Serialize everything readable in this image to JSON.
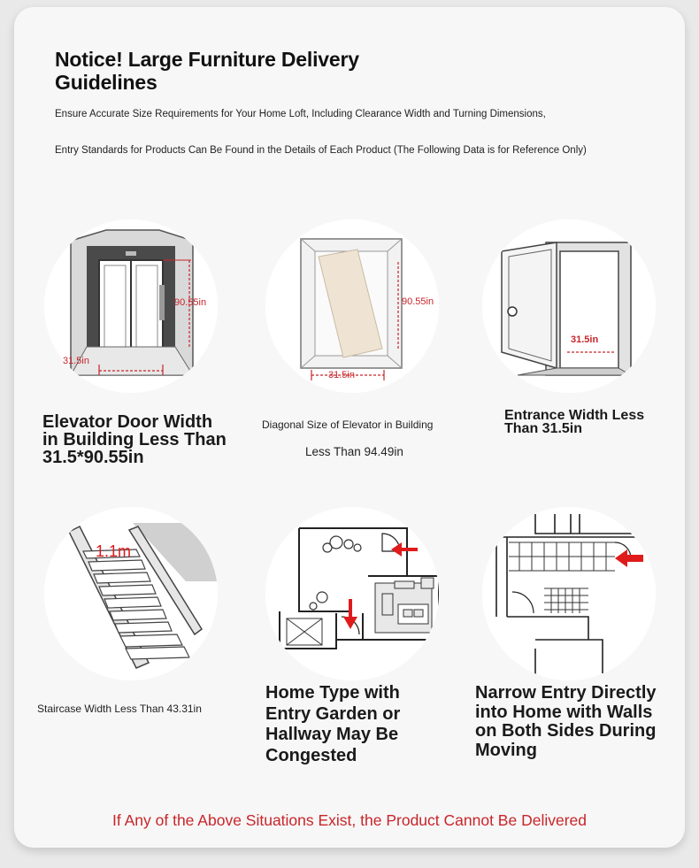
{
  "header": {
    "title": "Notice! Large Furniture Delivery Guidelines",
    "intro_line1": "Ensure Accurate Size Requirements for Your Home Loft, Including Clearance Width and Turning Dimensions,",
    "intro_line2": "Entry Standards for Products Can Be Found in the Details of Each Product (The Following Data is for Reference Only)"
  },
  "items": [
    {
      "caption": "Elevator Door Width in Building Less Than 31.5*90.55in",
      "dim_width": "31.5in",
      "dim_height": "90.55in"
    },
    {
      "caption_line1": "Diagonal Size of Elevator in Building",
      "caption_line2": "Less Than 94.49in",
      "dim_width": "31.5in",
      "dim_height": "90.55in"
    },
    {
      "caption": "Entrance Width Less Than 31.5in",
      "dim_width": "31.5in"
    },
    {
      "caption": "Staircase Width Less Than 43.31in",
      "dim_width": "1.1m"
    },
    {
      "caption": "Home Type with Entry Garden or Hallway May Be Congested"
    },
    {
      "caption": "Narrow Entry Directly into Home with Walls on Both Sides During Moving"
    }
  ],
  "footer": {
    "warning": "If Any of the Above Situations Exist, the Product Cannot Be Delivered"
  },
  "colors": {
    "accent_red": "#c8252a",
    "arrow_red": "#e01b1b",
    "wood": "#efe4d3"
  }
}
